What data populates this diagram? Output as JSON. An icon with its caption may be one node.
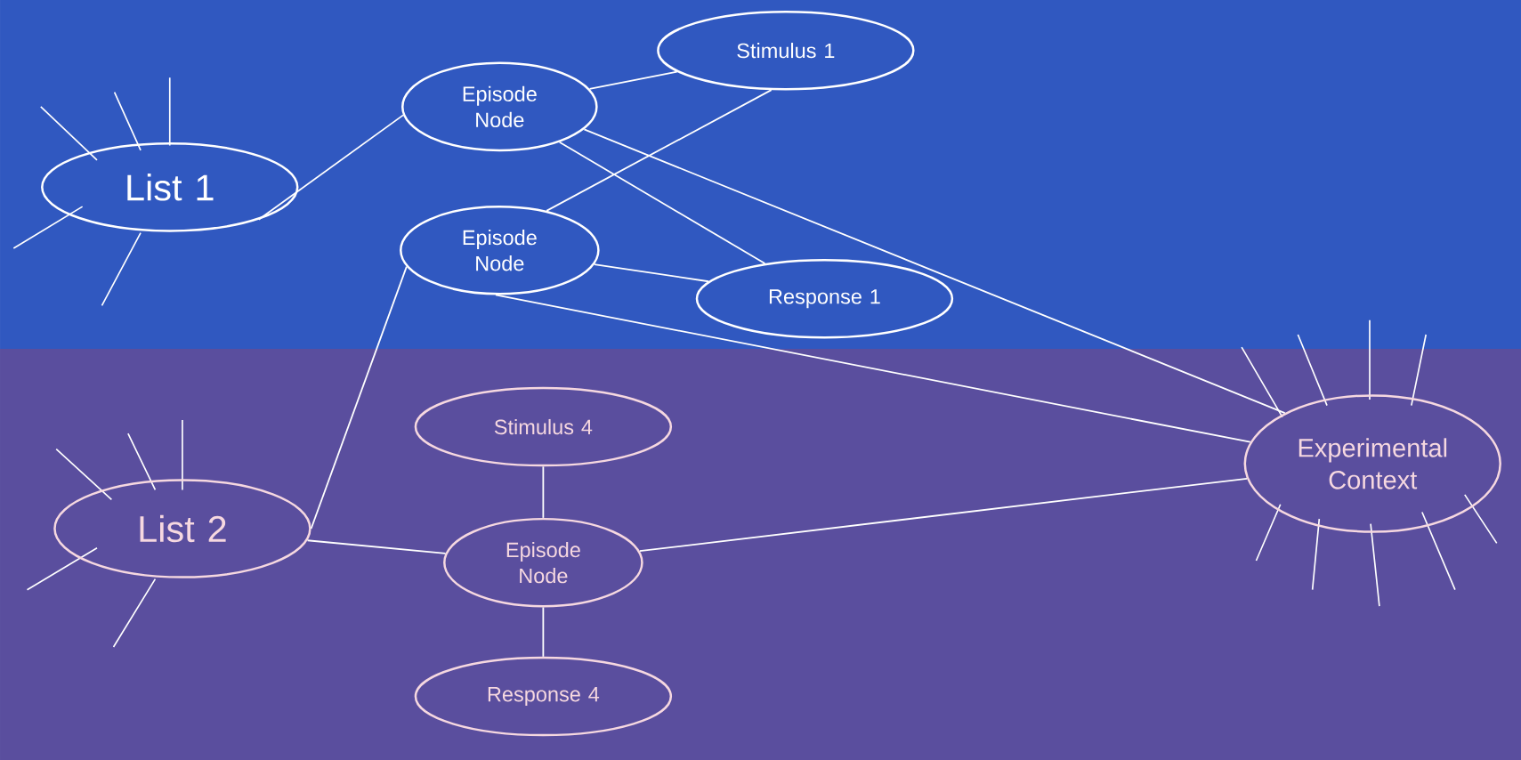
{
  "diagram": {
    "nodes": [
      {
        "text": [
          "List 1"
        ]
      },
      {
        "text": [
          "Episode Node"
        ]
      },
      {
        "text": [
          "Stimulus 1"
        ]
      },
      {
        "text": [
          "Episode Node"
        ]
      },
      {
        "text": [
          "Response 1"
        ]
      },
      {
        "text": [
          "Experimental Context"
        ]
      },
      {
        "text": [
          "Stimulus 4"
        ]
      },
      {
        "text": [
          "List 2"
        ]
      },
      {
        "text": [
          "Episode Node"
        ]
      },
      {
        "text": [
          "Response 4"
        ]
      }
    ],
    "edges": [
      {
        "from": 0,
        "to": 1,
        "arrow": "none"
      },
      {
        "from": 1,
        "to": 2,
        "arrow": "none"
      },
      {
        "from": 1,
        "to": 4,
        "arrow": "none"
      },
      {
        "from": 1,
        "to": 5,
        "arrow": "none"
      },
      {
        "from": 3,
        "to": 2,
        "arrow": "none"
      },
      {
        "from": 3,
        "to": 4,
        "arrow": "none"
      },
      {
        "from": 3,
        "to": 5,
        "arrow": "none"
      },
      {
        "from": 7,
        "to": 3,
        "arrow": "none"
      },
      {
        "from": 7,
        "to": 8,
        "arrow": "none"
      },
      {
        "from": 8,
        "to": 5,
        "arrow": "none"
      },
      {
        "from": 6,
        "to": 8,
        "arrow": "none"
      },
      {
        "from": 8,
        "to": 9,
        "arrow": "none"
      }
    ]
  }
}
